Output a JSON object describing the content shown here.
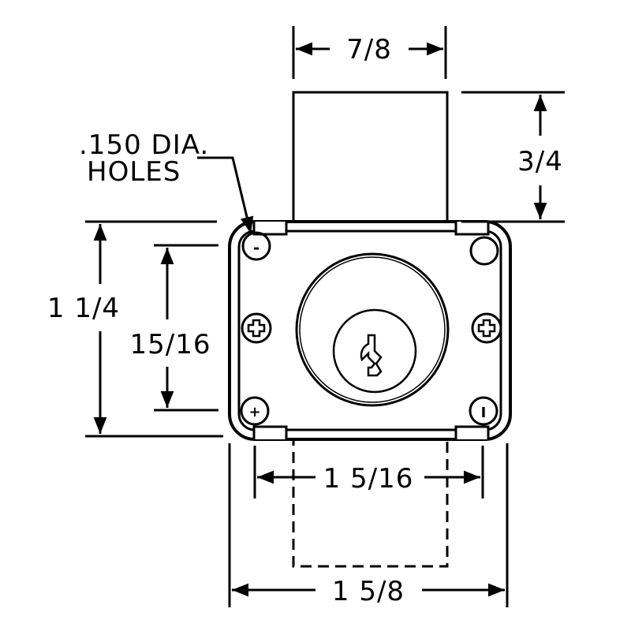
{
  "diagram": {
    "colors": {
      "line": "#000000",
      "background": "#ffffff"
    },
    "dimensions": {
      "bolt_width": "7/8",
      "bolt_projection": "3/4",
      "body_height": "1 1/4",
      "hole_spacing_vertical": "15/16",
      "hole_spacing_horizontal": "1 5/16",
      "body_width": "1 5/8"
    },
    "hole_label": {
      "line1": ".150 DIA.",
      "line2": "HOLES"
    },
    "screw_marks": {
      "top_left": "-",
      "bottom_left": "+",
      "bottom_right": "I"
    }
  }
}
